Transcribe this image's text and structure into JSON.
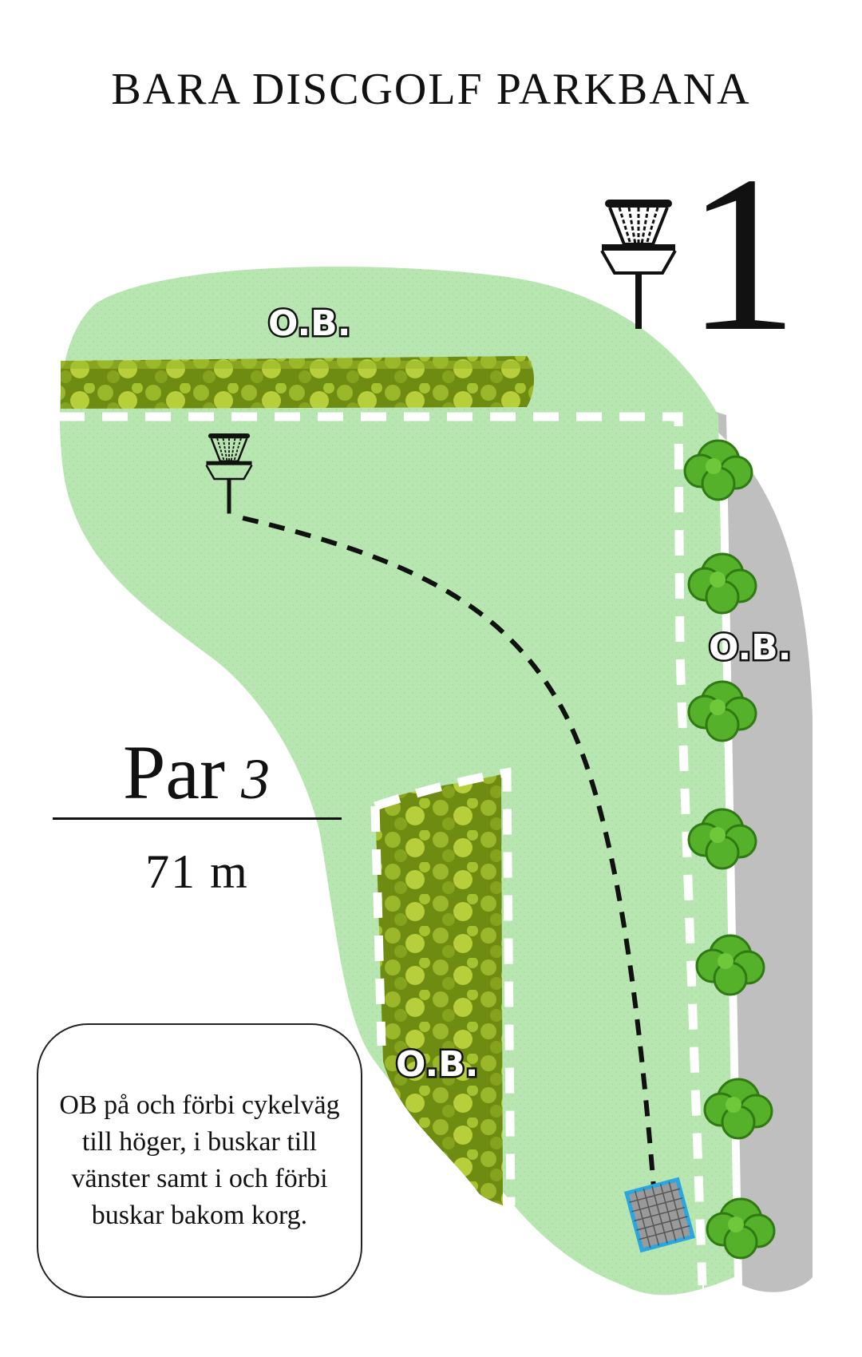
{
  "header": {
    "title": "BARA DISCGOLF PARKBANA"
  },
  "hole": {
    "number": "1",
    "par_label": "Par",
    "par_value": "3",
    "distance": "71 m"
  },
  "map": {
    "zones": [
      {
        "id": "top-bushes",
        "label": "O.B."
      },
      {
        "id": "right-bike-path",
        "label": "O.B."
      },
      {
        "id": "left-bushes",
        "label": "O.B."
      }
    ],
    "colors": {
      "fairway": "#b8e6b0",
      "path": "#bfbfbf",
      "bush_dark": "#6e8b12",
      "bush_light": "#b7cf3a",
      "tree": "#55b02a",
      "tee_outline": "#2ba6e0",
      "tee_fill": "#9a9a9a"
    },
    "icons": [
      "basket-icon",
      "tee-pad-icon",
      "tree-icon"
    ]
  },
  "rules": {
    "text": "OB på och förbi cykelväg till höger, i buskar till vänster samt i och förbi buskar bakom korg."
  }
}
